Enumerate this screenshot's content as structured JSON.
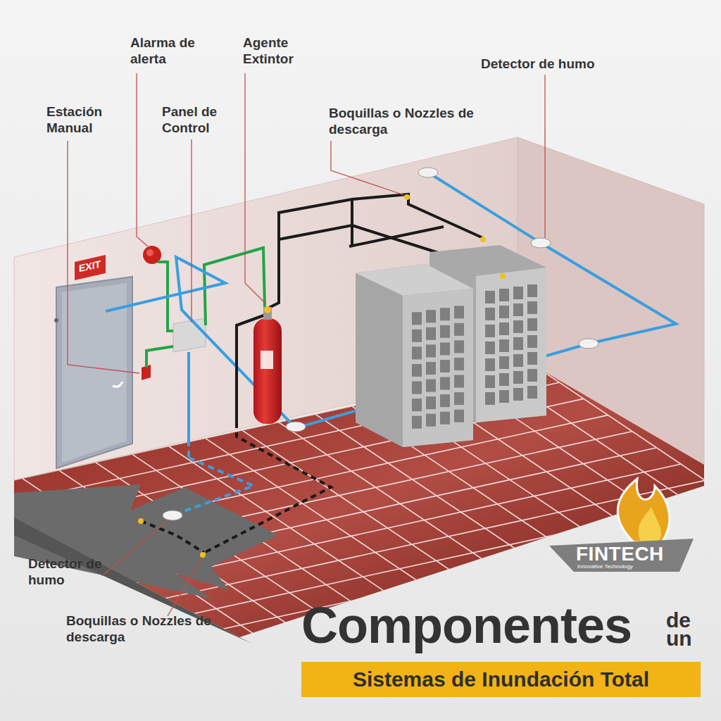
{
  "diagram": {
    "title": "Componentes",
    "caption": "Sistemas de Inundación Total",
    "labels": [
      "Alarma de alerta",
      "Agente Extintor",
      "Estación Manual",
      "Panel de Control",
      "Boquillas o Nozzles de descarga",
      "Detector de humo",
      "Detector de humo",
      "Boquillas o Nozzles de descarga",
      "de",
      "un",
      "EXIT",
      "FINTECH",
      "Innovative Technology"
    ]
  }
}
